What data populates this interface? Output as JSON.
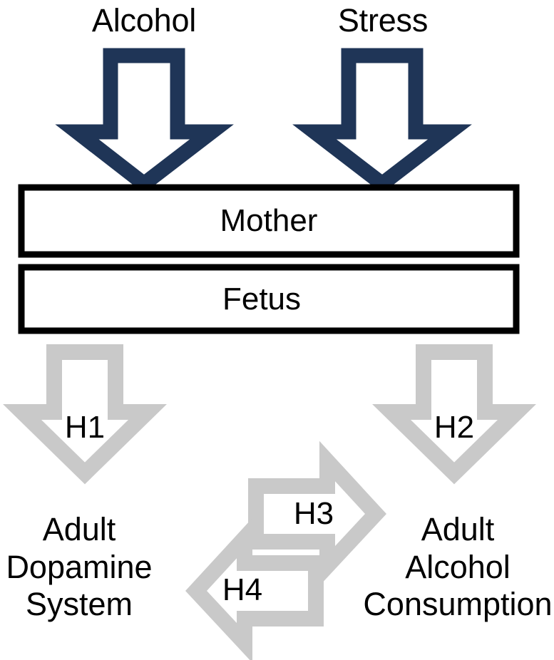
{
  "diagram": {
    "type": "conceptual-flow-diagram",
    "title": "",
    "colors": {
      "navy_arrow": "#1F3557",
      "gray_arrow": "#C9C9C9",
      "box_border": "#000000",
      "box_fill": "#FFFFFF",
      "text": "#000000",
      "background": "#FFFFFF"
    },
    "sources": [
      {
        "id": "alcohol",
        "label": "Alcohol",
        "arrow": "down-arrow-navy"
      },
      {
        "id": "stress",
        "label": "Stress",
        "arrow": "down-arrow-navy"
      }
    ],
    "boxes": [
      {
        "id": "mother",
        "label": "Mother"
      },
      {
        "id": "fetus",
        "label": "Fetus"
      }
    ],
    "hypotheses": [
      {
        "id": "h1",
        "label": "H1",
        "arrow": "down-arrow-gray",
        "from": "fetus",
        "to": "adult-dopamine-system"
      },
      {
        "id": "h2",
        "label": "H2",
        "arrow": "down-arrow-gray",
        "from": "fetus",
        "to": "adult-alcohol-consumption"
      },
      {
        "id": "h3",
        "label": "H3",
        "arrow": "right-arrow-gray",
        "from": "adult-dopamine-system",
        "to": "adult-alcohol-consumption"
      },
      {
        "id": "h4",
        "label": "H4",
        "arrow": "left-arrow-gray",
        "from": "adult-alcohol-consumption",
        "to": "adult-dopamine-system"
      }
    ],
    "outcomes": [
      {
        "id": "adult-dopamine-system",
        "lines": [
          "Adult",
          "Dopamine",
          "System"
        ],
        "label": "Adult Dopamine System"
      },
      {
        "id": "adult-alcohol-consumption",
        "lines": [
          "Adult",
          "Alcohol",
          "Consumption"
        ],
        "label": "Adult Alcohol Consumption"
      }
    ]
  }
}
